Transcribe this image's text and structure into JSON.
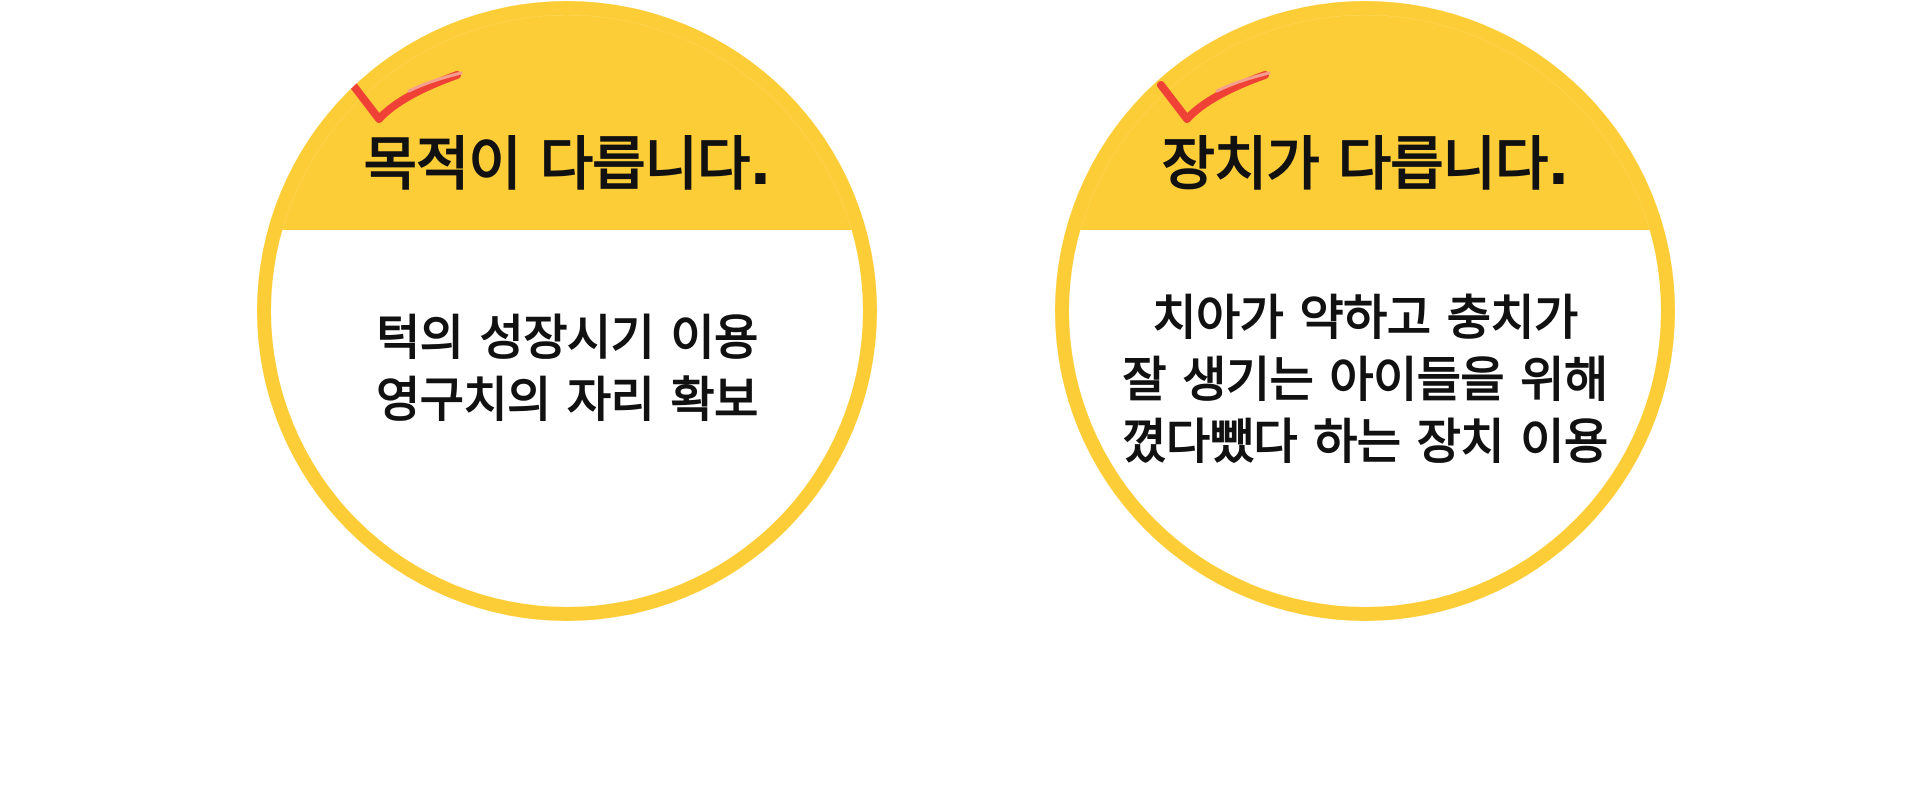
{
  "colors": {
    "accent_yellow": "#fdcd38",
    "check_red": "#ef4136",
    "text": "#111111",
    "background": "#ffffff"
  },
  "cards": [
    {
      "heading": "목적이 다릅니다.",
      "icon": "checkmark-icon",
      "lines": [
        "턱의 성장시기 이용",
        "영구치의 자리 확보"
      ]
    },
    {
      "heading": "장치가 다릅니다.",
      "icon": "checkmark-icon",
      "lines": [
        "치아가 약하고 충치가",
        "잘 생기는 아이들을 위해",
        "꼈다뺐다 하는 장치 이용"
      ]
    }
  ]
}
